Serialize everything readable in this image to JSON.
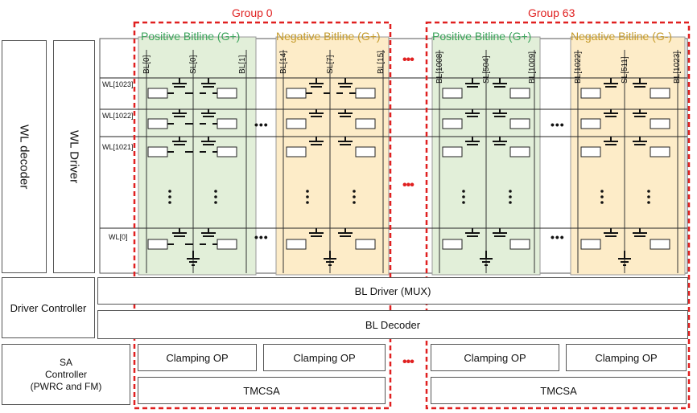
{
  "groups": [
    {
      "title": "Group 0",
      "pos_label": "Positive Bitline (G+)",
      "neg_label": "Negative Bitline (G+)",
      "bl": [
        "BL[0]",
        "SL[0]",
        "BL[1]",
        "BL[14]",
        "SL[7]",
        "BL[15]"
      ]
    },
    {
      "title": "Group 63",
      "pos_label": "Positive Bitline (G+)",
      "neg_label": "Negative Bitline (G-)",
      "bl": [
        "BL[1008]",
        "SL[504]",
        "BL[1009]",
        "BL[1022]",
        "SL[511]",
        "BL[1023]"
      ]
    }
  ],
  "wordlines": [
    "WL[1023]",
    "WL[1022]",
    "WL[1021]",
    "WL[0]"
  ],
  "blocks": {
    "wl_decoder": "WL decoder",
    "wl_driver": "WL Driver",
    "driver_controller": "Driver Controller",
    "bl_driver": "BL Driver (MUX)",
    "bl_decoder": "BL Decoder",
    "sa_controller": [
      "SA",
      "Controller",
      "(PWRC and FM)"
    ],
    "clamping_op": "Clamping OP",
    "tmcsa": "TMCSA"
  },
  "colors": {
    "positive": "#e2efd9",
    "negative": "#fdecc8",
    "group_border": "#e02020"
  }
}
